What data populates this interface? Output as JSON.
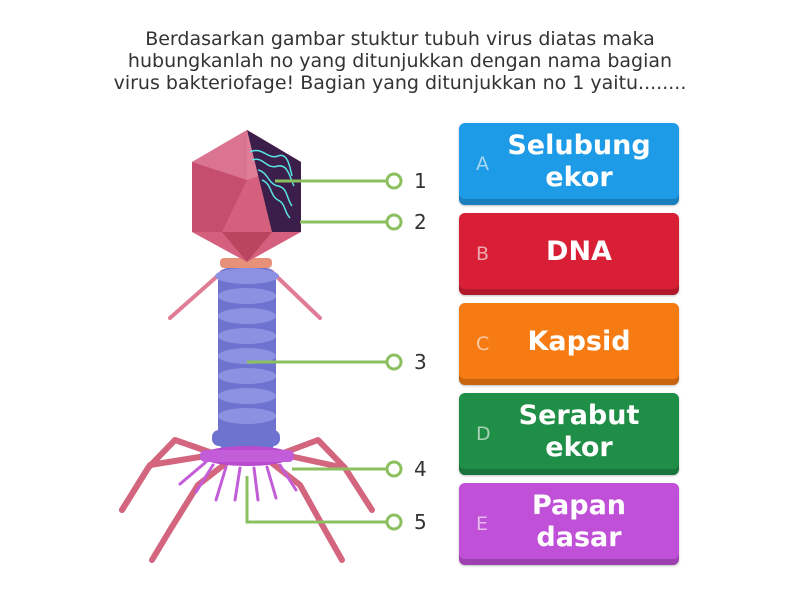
{
  "question": {
    "line1": "Berdasarkan gambar stuktur tubuh virus diatas maka",
    "line2": "hubungkanlah no yang ditunjukkan dengan nama bagian",
    "line3": "virus bakteriofage! Bagian yang ditunjukkan no 1 yaitu........"
  },
  "pointers": [
    "1",
    "2",
    "3",
    "4",
    "5"
  ],
  "answers": [
    {
      "letter": "A",
      "label": "Selubung ekor",
      "color": "#1E9BE6"
    },
    {
      "letter": "B",
      "label": "DNA",
      "color": "#D81F35"
    },
    {
      "letter": "C",
      "label": "Kapsid",
      "color": "#F57B12"
    },
    {
      "letter": "D",
      "label": "Serabut ekor",
      "color": "#1F8F48"
    },
    {
      "letter": "E",
      "label": "Papan dasar",
      "color": "#C050D8"
    }
  ]
}
